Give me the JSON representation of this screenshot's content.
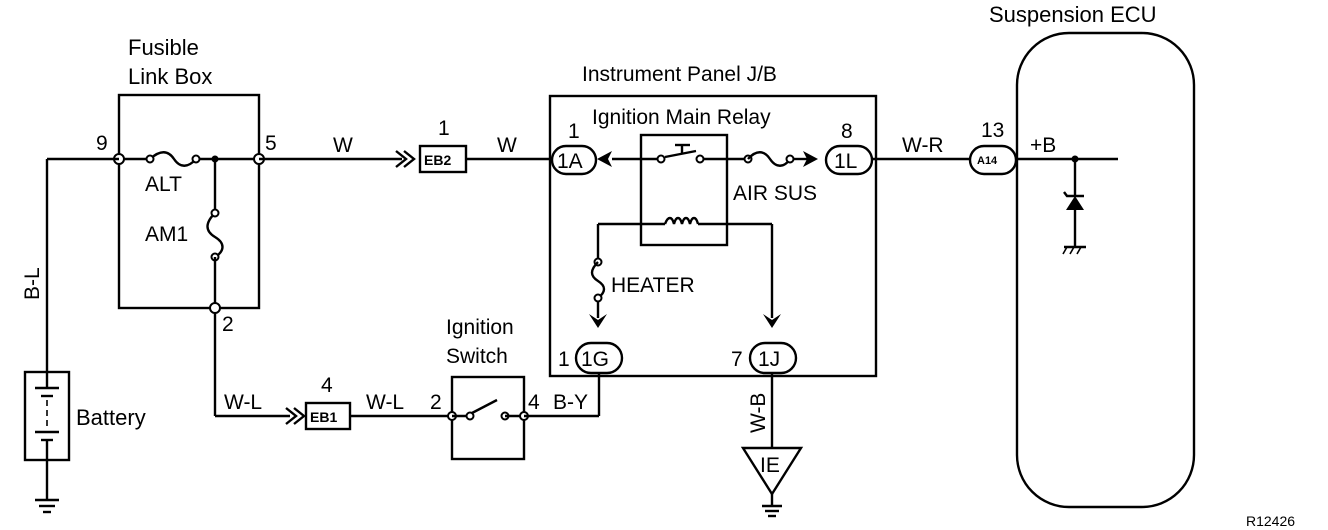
{
  "components": {
    "fusible_link_box": {
      "line1": "Fusible",
      "line2": "Link Box",
      "fuse_alt": "ALT",
      "fuse_am1": "AM1"
    },
    "instrument_panel_jb": {
      "title": "Instrument Panel J/B",
      "relay": "Ignition Main Relay",
      "fuse_air_sus": "AIR SUS",
      "fuse_heater": "HEATER"
    },
    "ignition_switch": {
      "line1": "Ignition",
      "line2": "Switch"
    },
    "battery": {
      "label": "Battery"
    },
    "suspension_ecu": {
      "label": "Suspension ECU",
      "terminal": "+B"
    }
  },
  "connectors": {
    "eb2": "EB2",
    "eb1": "EB1",
    "c1a": "1A",
    "c1l": "1L",
    "c1g": "1G",
    "c1j": "1J",
    "a14": "A14",
    "ie": "IE"
  },
  "pins": {
    "flb_9": "9",
    "flb_5": "5",
    "flb_2": "2",
    "eb2_1": "1",
    "c1a_1": "1",
    "c1l_8": "8",
    "a14_13": "13",
    "eb1_4": "4",
    "sw_2": "2",
    "sw_4": "4",
    "c1g_1": "1",
    "c1j_7": "7"
  },
  "wires": {
    "bl": "B-L",
    "w1": "W",
    "w2": "W",
    "wr": "W-R",
    "wl1": "W-L",
    "wl2": "W-L",
    "by": "B-Y",
    "wb": "W-B"
  },
  "figure_id": "R12426"
}
